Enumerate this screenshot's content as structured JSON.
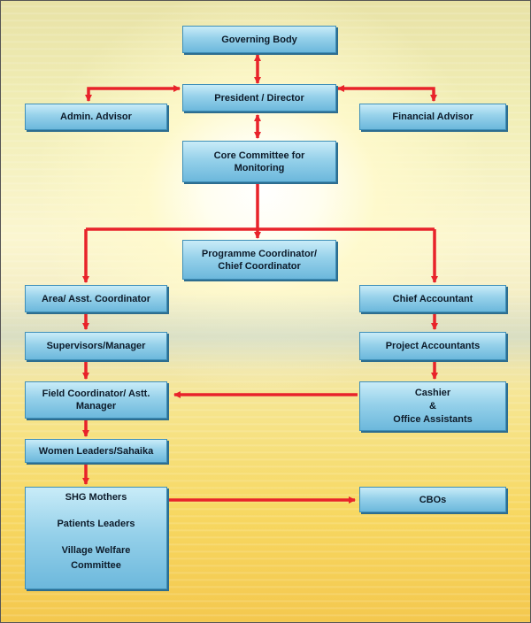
{
  "colors": {
    "arrow": "#e8232a",
    "box_top": "#c9ecf8",
    "box_bottom": "#6cb8dc",
    "box_border": "#3e8fb8"
  },
  "nodes": {
    "governing_body": "Governing Body",
    "president": "President / Director",
    "admin_advisor": "Admin. Advisor",
    "financial_advisor": "Financial Advisor",
    "core_committee": [
      "Core Committee for",
      "Monitoring"
    ],
    "programme_coordinator": [
      "Programme Coordinator/",
      "Chief Coordinator"
    ],
    "area_coordinator": "Area/ Asst. Coordinator",
    "supervisors": "Supervisors/Manager",
    "field_coordinator": [
      "Field Coordinator/ Astt.",
      "Manager"
    ],
    "women_leaders": "Women Leaders/Sahaika",
    "shg": [
      "SHG Mothers",
      "Patients Leaders",
      "Village Welfare",
      "Committee"
    ],
    "chief_accountant": "Chief Accountant",
    "project_accountants": "Project Accountants",
    "cashier": [
      "Cashier",
      "&",
      "Office Assistants"
    ],
    "cbos": "CBOs"
  }
}
